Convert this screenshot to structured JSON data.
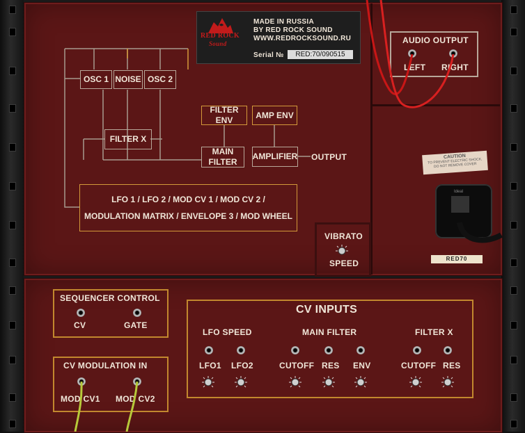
{
  "logo": {
    "brand_line1": "RED ROCK",
    "brand_line2": "Sound"
  },
  "info": {
    "made_in": "MADE IN RUSSIA",
    "by": "BY RED ROCK SOUND",
    "url": "WWW.REDROCKSOUND.RU",
    "serial_label": "Serial №",
    "serial_value": "RED:70/090515"
  },
  "audio_output": {
    "title": "AUDIO OUTPUT",
    "left": "LEFT",
    "right": "RIGHT"
  },
  "caution": {
    "title": "CAUTION",
    "line1": "TO PREVENT ELECTRIC SHOCK,",
    "line2": "DO NOT REMOVE COVER"
  },
  "power": {
    "brand": "Ideal",
    "model": "RED70"
  },
  "diagram": {
    "osc1": "OSC 1",
    "noise": "NOISE",
    "osc2": "OSC 2",
    "filter_x": "FILTER X",
    "filter_env": "FILTER ENV",
    "amp_env": "AMP ENV",
    "main_filter_line1": "MAIN",
    "main_filter_line2": "FILTER",
    "amplifier": "AMPLIFIER",
    "output": "OUTPUT",
    "mod_line1": "LFO 1 / LFO 2 / MOD CV 1 / MOD CV 2 /",
    "mod_line2": "MODULATION MATRIX / ENVELOPE 3 / MOD WHEEL"
  },
  "vibrato": {
    "title": "VIBRATO",
    "speed": "SPEED"
  },
  "sequencer_control": {
    "title": "SEQUENCER CONTROL",
    "cv": "CV",
    "gate": "GATE"
  },
  "cv_modulation": {
    "title": "CV MODULATION IN",
    "mod_cv1": "MOD CV1",
    "mod_cv2": "MOD CV2"
  },
  "cv_inputs": {
    "title": "CV INPUTS",
    "lfo_speed": {
      "title": "LFO SPEED",
      "lfo1": "LFO1",
      "lfo2": "LFO2"
    },
    "main_filter": {
      "title": "MAIN FILTER",
      "cutoff": "CUTOFF",
      "res": "RES",
      "env": "ENV"
    },
    "filter_x": {
      "title": "FILTER X",
      "cutoff": "CUTOFF",
      "res": "RES"
    }
  },
  "colors": {
    "panel": "#5b1616",
    "accent_orange": "#c2882e",
    "cable_red": "#d01818",
    "cable_yellow": "#b7c93a"
  }
}
